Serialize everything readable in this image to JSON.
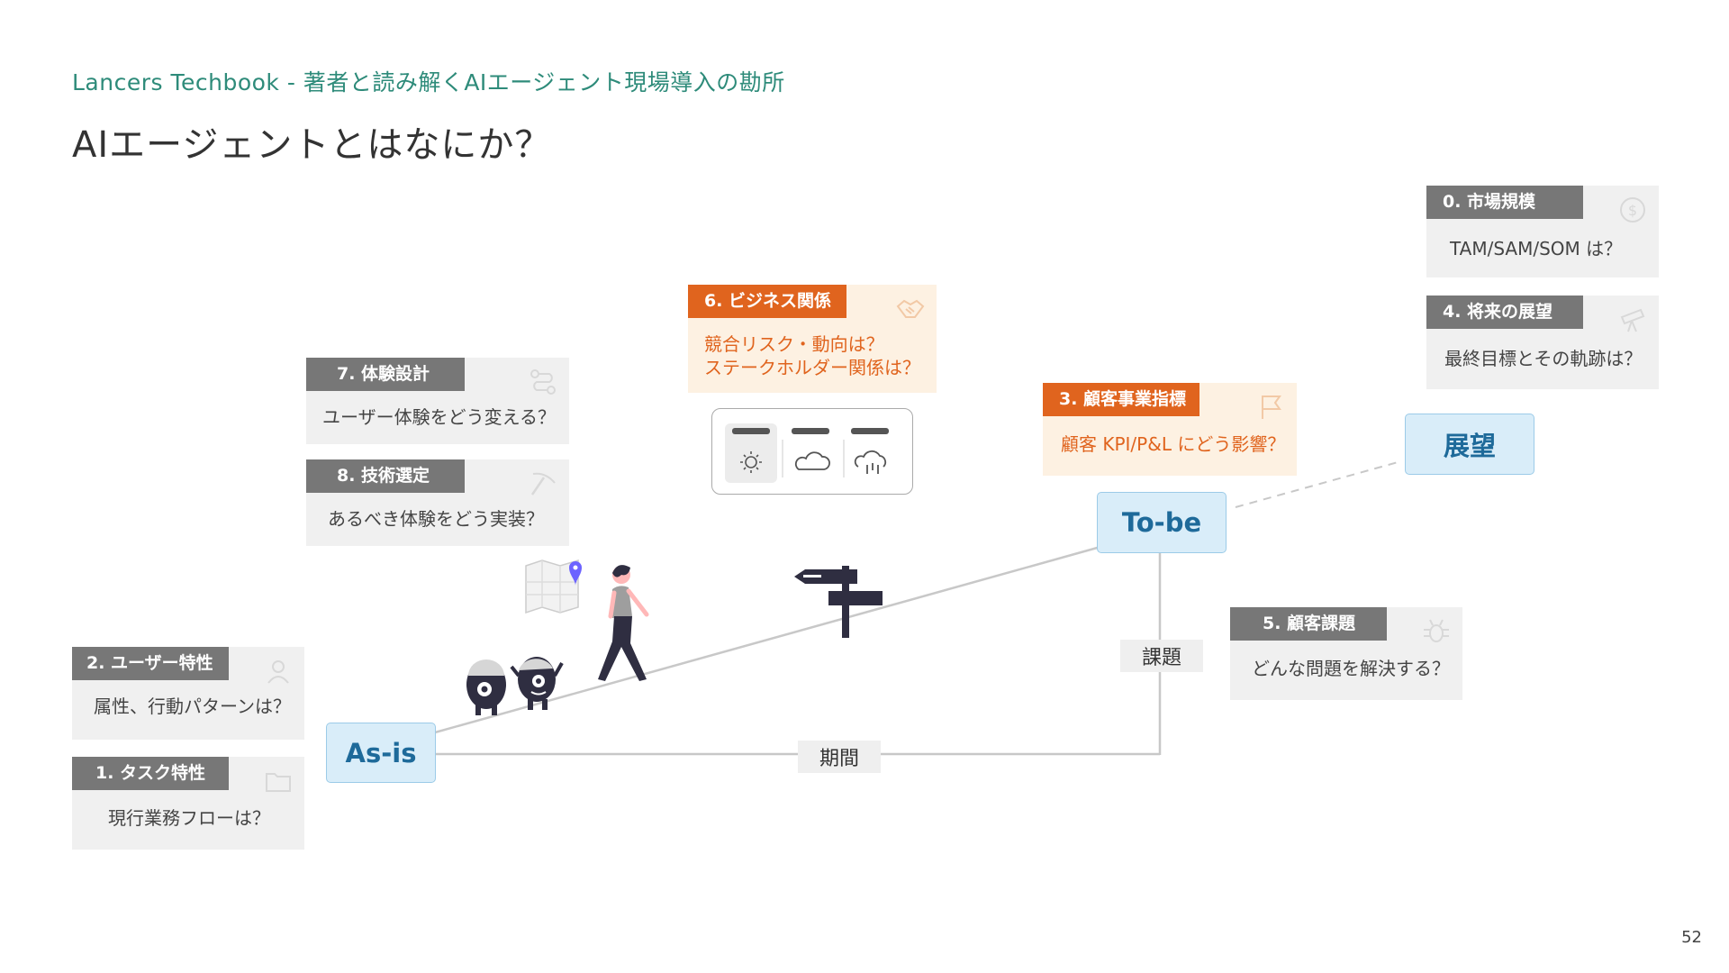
{
  "header": {
    "subtitle": "Lancers Techbook - 著者と読み解くAIエージェント現場導入の勘所",
    "title": "AIエージェントとはなにか？"
  },
  "page_number": "52",
  "cards": {
    "market": {
      "tag": "0. 市場規模",
      "body": "TAM/SAM/SOM は？",
      "icon": "dollar-icon"
    },
    "task": {
      "tag": "1. タスク特性",
      "body": "現行業務フローは？",
      "icon": "folder-icon"
    },
    "user": {
      "tag": "2. ユーザー特性",
      "body": "属性、行動パターンは？",
      "icon": "user-icon"
    },
    "kpi": {
      "tag": "3. 顧客事業指標",
      "body": "顧客 KPI/P&L にどう影響？",
      "icon": "flag-icon"
    },
    "future": {
      "tag": "4. 将来の展望",
      "body": "最終目標とその軌跡は？",
      "icon": "telescope-icon"
    },
    "problem": {
      "tag": "5. 顧客課題",
      "body": "どんな問題を解決する？",
      "icon": "bug-icon"
    },
    "business": {
      "tag": "6. ビジネス関係",
      "body1": "競合リスク・動向は？",
      "body2": "ステークホルダー関係は？",
      "icon": "handshake-icon"
    },
    "ux": {
      "tag": "7. 体験設計",
      "body": "ユーザー体験をどう変える？",
      "icon": "route-icon"
    },
    "tech": {
      "tag": "8. 技術選定",
      "body": "あるべき体験をどう実装？",
      "icon": "pickaxe-icon"
    }
  },
  "nodes": {
    "as_is": "As-is",
    "to_be": "To-be",
    "vision": "展望"
  },
  "axes": {
    "period": "期間",
    "issue": "課題"
  },
  "colors": {
    "accent_orange": "#e0641e",
    "tag_gray": "#777777",
    "node_blue": "#d9edf9",
    "subtitle_teal": "#2e8b7a"
  },
  "weather_widget": [
    "sun-icon",
    "cloud-icon",
    "rain-cloud-icon"
  ]
}
